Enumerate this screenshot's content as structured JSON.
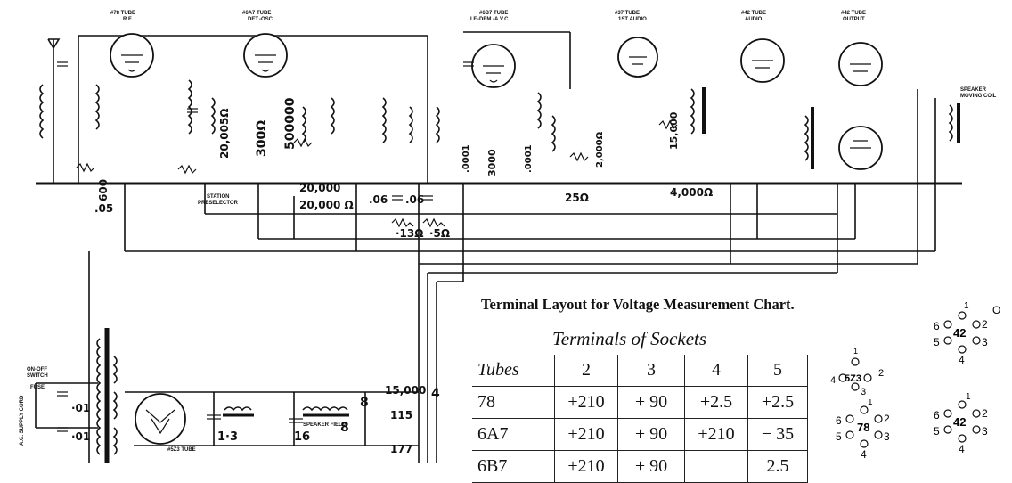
{
  "tube_labels": [
    {
      "name": "#78 TUBE",
      "fn": "R.F."
    },
    {
      "name": "#6A7 TUBE",
      "fn": "DET.-OSC."
    },
    {
      "name": "#6B7 TUBE",
      "fn": "I.F.-DEM.-A.V.C."
    },
    {
      "name": "#37 TUBE",
      "fn": "1ST AUDIO"
    },
    {
      "name": "#42 TUBE",
      "fn": "AUDIO"
    },
    {
      "name": "#42 TUBE",
      "fn": "OUTPUT"
    }
  ],
  "speaker": {
    "line1": "SPEAKER",
    "line2": "MOVING COIL"
  },
  "rectifier_label": "#5Z3 TUBE",
  "switch_label": {
    "line1": "ON-OFF",
    "line2": "SWITCH"
  },
  "fuse_label": "FUSE",
  "supply_cord": "A.C. SUPPLY CORD",
  "station_preselector": {
    "line1": "STATION",
    "line2": "PRESELECTOR"
  },
  "speaker_field": "SPEAKER FIELD",
  "handwritten": {
    "v05": ".05",
    "v600": "600",
    "r20005": "20,005Ω",
    "r300": "300Ω",
    "r500000": "500000",
    "r20000a": "20,000",
    "r20000b": "20,000 Ω",
    "c06a": ".06",
    "c06b": ".06",
    "r13": "·13Ω",
    "r5": "·5Ω",
    "c0001a": ".0001",
    "c0001b": ".0001",
    "r25": "25Ω",
    "r3000": "3000",
    "r2000": "2,000Ω",
    "r4000": "4,000Ω",
    "r15000": "15,000",
    "r15000b": "15,000",
    "c01a": "·01",
    "c01b": "·01",
    "c13": "1·3",
    "c16": "16",
    "c8a": "8",
    "c8b": "8",
    "c4": "4",
    "r115": "115",
    "r177": "177"
  },
  "chart": {
    "title": "Terminal Layout for Voltage Measurement Chart.",
    "subtitle": "Terminals of Sockets",
    "headers": [
      "Tubes",
      "2",
      "3",
      "4",
      "5"
    ],
    "rows": [
      [
        "78",
        "+210",
        "+ 90",
        "+2.5",
        "+2.5"
      ],
      [
        "6A7",
        "+210",
        "+ 90",
        "+210",
        "− 35"
      ],
      [
        "6B7",
        "+210",
        "+ 90",
        "",
        "2.5"
      ]
    ]
  },
  "sockets": [
    {
      "center": "5Z3",
      "pins": [
        "1",
        "2",
        "3",
        "4"
      ]
    },
    {
      "center": "42",
      "pins": [
        "1",
        "2",
        "3",
        "4",
        "5",
        "6"
      ],
      "extra": "O"
    },
    {
      "center": "78",
      "pins": [
        "1",
        "2",
        "3",
        "4",
        "5",
        "6"
      ]
    },
    {
      "center": "42",
      "pins": [
        "1",
        "2",
        "3",
        "4",
        "5",
        "6"
      ]
    }
  ]
}
